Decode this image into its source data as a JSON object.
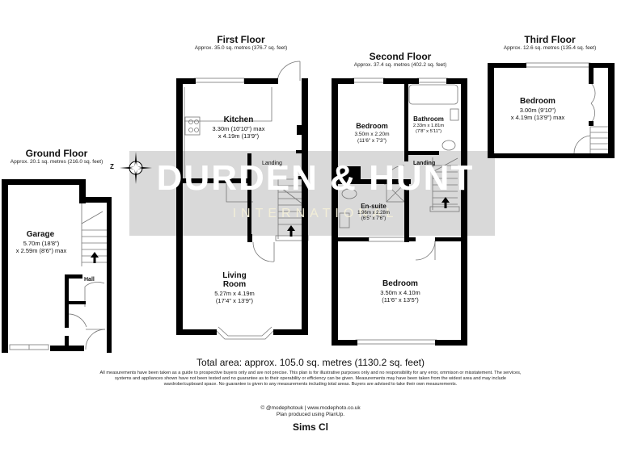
{
  "floors": {
    "ground": {
      "title": "Ground Floor",
      "area": "Approx. 20.1 sq. metres (216.0 sq. feet)",
      "rooms": {
        "garage": {
          "name": "Garage",
          "dim1": "5.70m (18'8\")",
          "dim2": "x 2.59m (8'6\") max"
        },
        "hall": {
          "name": "Hall"
        }
      }
    },
    "first": {
      "title": "First Floor",
      "area": "Approx. 35.0 sq. metres (376.7 sq. feet)",
      "rooms": {
        "kitchen": {
          "name": "Kitchen",
          "dim1": "3.30m (10'10\") max",
          "dim2": "x 4.19m (13'9\")"
        },
        "landing": {
          "name": "Landing"
        },
        "living": {
          "name_line1": "Living",
          "name_line2": "Room",
          "dim1": "5.27m x 4.19m",
          "dim2": "(17'4\" x 13'9\")"
        }
      }
    },
    "second": {
      "title": "Second Floor",
      "area": "Approx. 37.4 sq. metres (402.2 sq. feet)",
      "rooms": {
        "bedroom_small": {
          "name": "Bedroom",
          "dim1": "3.50m x 2.20m",
          "dim2": "(11'6\" x 7'3\")"
        },
        "bathroom": {
          "name": "Bathroom",
          "dim1": "2.33m x 1.81m",
          "dim2": "(7'8\" x 5'11\")"
        },
        "landing": {
          "name": "Landing"
        },
        "ensuite": {
          "name": "En-suite",
          "dim1": "1.96m x 2.28m",
          "dim2": "(6'5\" x 7'6\")"
        },
        "bedroom_large": {
          "name": "Bedroom",
          "dim1": "3.50m x 4.10m",
          "dim2": "(11'6\" x 13'5\")"
        }
      }
    },
    "third": {
      "title": "Third Floor",
      "area": "Approx. 12.6 sq. metres (135.4 sq. feet)",
      "rooms": {
        "bedroom": {
          "name": "Bedroom",
          "dim1": "3.00m (9'10\")",
          "dim2": "x 4.19m (13'9\") max"
        }
      }
    }
  },
  "compass": {
    "label": "Z",
    "icon": "compass-rose-icon"
  },
  "watermark": {
    "main": "DURDEN & HUNT",
    "sub": "INTERNATIONAL"
  },
  "footer": {
    "total_area": "Total area: approx. 105.0 sq. metres (1130.2 sq. feet)",
    "disclaimer": "All measurements have been taken as a guide to prospective buyers only and are not precise. This plan is for illustrative purposes only and no responsibility for any error, ommison or misstatement. The services, systems and appliances shown have not been tested and no guarantee as to their operability or efficiency can be given. Measurements may have been taken from the widest area and may include wardrobe/cupboard space. No guarantee is given to any measurements including total areas. Buyers are advised to take their own measurements.",
    "credit_line1": "© @modephotouk | www.modephoto.co.uk",
    "credit_line2": "Plan produced using PlanUp.",
    "address": "Sims Cl"
  },
  "colors": {
    "wall": "#000000",
    "watermark_band": "#d9d9d9",
    "fixture_line": "#777777"
  }
}
